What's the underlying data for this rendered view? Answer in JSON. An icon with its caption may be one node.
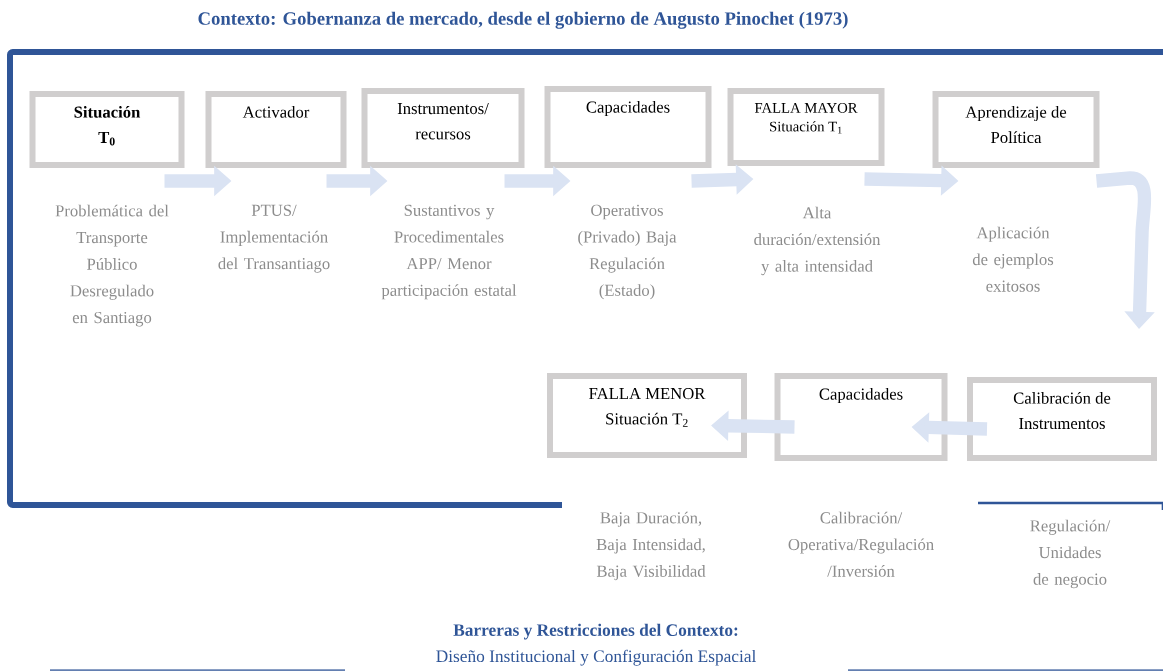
{
  "diagram": {
    "title": "Contexto: Gobernanza de mercado, desde el gobierno de Augusto Pinochet (1973)",
    "nodes": [
      {
        "text": [
          "Situación T$_{0}$"
        ],
        "beside": [
          "Problemática del Transporte Público Desregulado en Santiago"
        ]
      },
      {
        "text": [
          "Activador"
        ],
        "beside": [
          "PTUS/ Implementación del Transantiago"
        ]
      },
      {
        "text": [
          "Instrumentos/ recursos"
        ],
        "beside": [
          "Sustantivos y Procedimentales APP/ Menor participación estatal"
        ]
      },
      {
        "text": [
          "Capacidades"
        ],
        "beside": [
          "Operativos (Privado) Baja Regulación (Estado)"
        ]
      },
      {
        "text": [
          "FALLA MAYOR Situación T$_{1}$"
        ],
        "beside": [
          "Alta duración/extensión y alta intensidad"
        ]
      },
      {
        "text": [
          "Aprendizaje de Política"
        ],
        "beside": [
          "Aplicación de ejemplos exitosos"
        ]
      },
      {
        "text": [
          "FALLA MENOR Situación T$_{2}$"
        ],
        "beside": [
          "Baja Duración, Baja Intensidad, Baja Visibilidad"
        ]
      },
      {
        "text": [
          "Capacidades"
        ],
        "beside": [
          "Calibración/ Operativa/Regulación /Inversión"
        ]
      },
      {
        "text": [
          "Calibración de Instrumentos"
        ],
        "beside": [
          "Regulación/ Unidades de negocio"
        ]
      }
    ],
    "edges": [
      {
        "from": 0,
        "to": 1,
        "arrow": "to"
      },
      {
        "from": 1,
        "to": 2,
        "arrow": "to"
      },
      {
        "from": 2,
        "to": 3,
        "arrow": "to"
      },
      {
        "from": 3,
        "to": 4,
        "arrow": "to"
      },
      {
        "from": 4,
        "to": 5,
        "arrow": "to"
      },
      {
        "from": 5,
        "to": 8,
        "arrow": "to"
      },
      {
        "from": 8,
        "to": 7,
        "arrow": "to"
      },
      {
        "from": 7,
        "to": 6,
        "arrow": "to"
      }
    ],
    "labels": [
      "Barreras y Restricciones del Contexto:",
      "Diseño Institucional y Configuración Espacial"
    ]
  }
}
